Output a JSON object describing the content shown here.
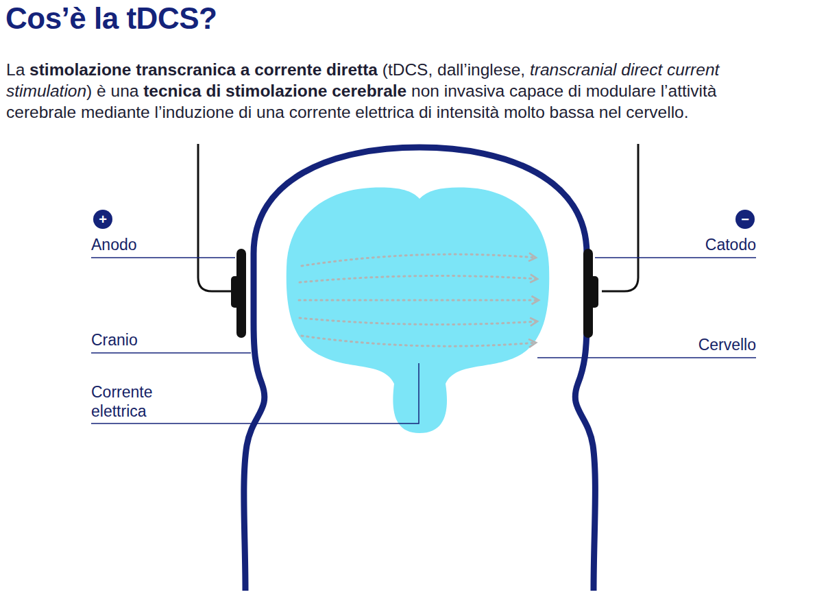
{
  "diagram": {
    "title": "Cos’è la tDCS?",
    "nodes": [
      {
        "text": [
          "+"
        ]
      },
      {
        "text": [
          "−"
        ]
      }
    ],
    "labels": [
      "La",
      "stimolazione transcranica a corrente diretta",
      "(tDCS, dall’inglese,",
      "transcranial direct current stimulation",
      ") è una",
      "tecnica di stimolazione cerebrale",
      "non invasiva capace di modulare l’attività cerebrale mediante l’induzione di una corrente elettrica di intensità molto bassa nel cervello.",
      "Anodo",
      "Catodo",
      "Cranio",
      "Cervello",
      "Corrente elettrica"
    ]
  }
}
